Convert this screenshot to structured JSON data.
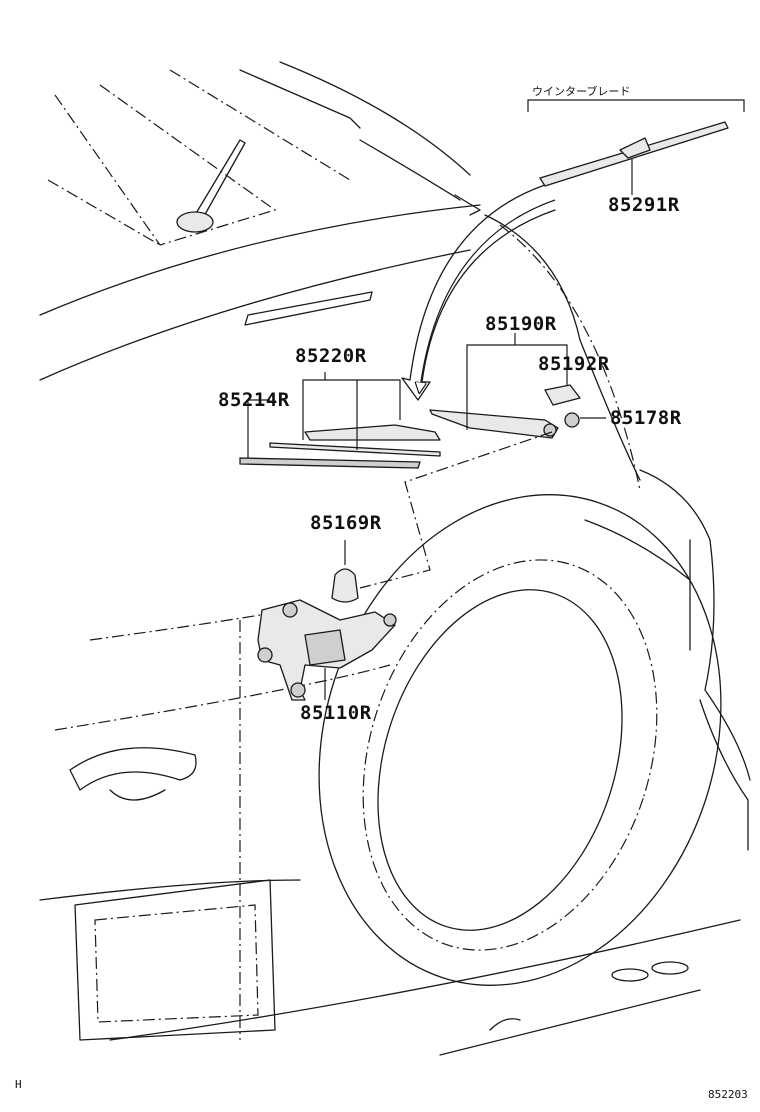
{
  "group_note": "ウインターブレード",
  "parts": {
    "p85291": "85291R",
    "p85190": "85190R",
    "p85192": "85192R",
    "p85178": "85178R",
    "p85220": "85220R",
    "p85214": "85214R",
    "p85169": "85169R",
    "p85110": "85110R"
  },
  "footer": {
    "left_mark": "H",
    "diagram_id": "852203"
  }
}
